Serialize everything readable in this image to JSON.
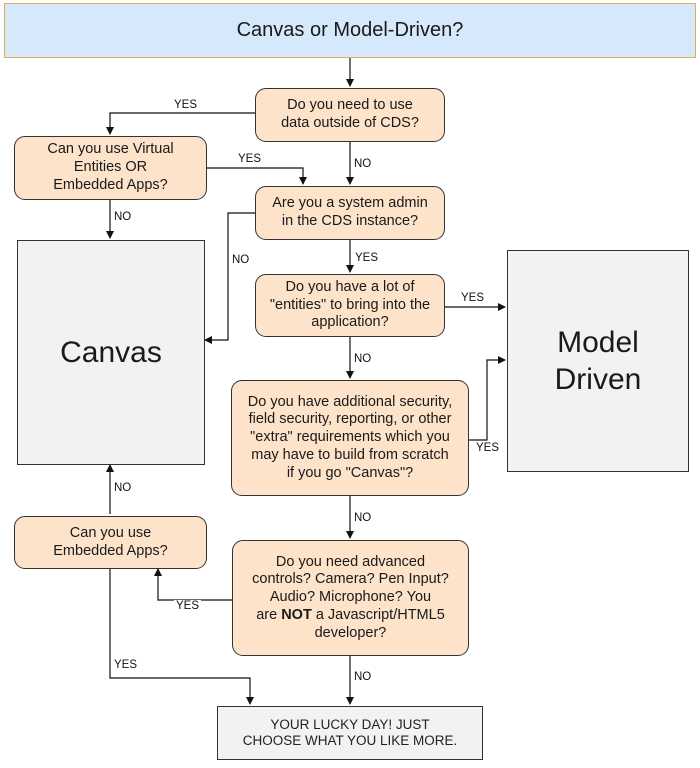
{
  "title": "Canvas or Model-Driven?",
  "nodes": {
    "q_outside_cds": "Do you need to use\ndata outside of CDS?",
    "q_virtual_entities": "Can you use Virtual\nEntities OR\nEmbedded Apps?",
    "q_system_admin": "Are you a system admin\nin the CDS instance?",
    "q_many_entities": "Do you have a lot of\n\"entities\" to bring into the\napplication?",
    "q_extra_requirements": "Do you have additional security,\nfield security, reporting, or other\n\"extra\" requirements which you\nmay have to build from scratch\nif you go \"Canvas\"?",
    "q_embedded_apps": "Can you use\nEmbedded Apps?",
    "q_advanced_controls": {
      "part1": "Do you need advanced\ncontrols? Camera? Pen Input?\nAudio? Microphone? You\nare ",
      "bold": "NOT",
      "part2": " a Javascript/HTML5\ndeveloper?"
    },
    "canvas": "Canvas",
    "model_driven": "Model\nDriven",
    "lucky_day": "YOUR LUCKY DAY! JUST\nCHOOSE WHAT YOU LIKE MORE."
  },
  "edge_labels": {
    "outside_yes": "YES",
    "outside_no": "NO",
    "virtual_yes": "YES",
    "virtual_no": "NO",
    "admin_no": "NO",
    "admin_yes": "YES",
    "entities_yes": "YES",
    "entities_no": "NO",
    "extra_yes": "YES",
    "extra_no": "NO",
    "embedded_no": "NO",
    "embedded_yes": "YES",
    "advanced_yes": "YES",
    "advanced_no": "NO"
  }
}
